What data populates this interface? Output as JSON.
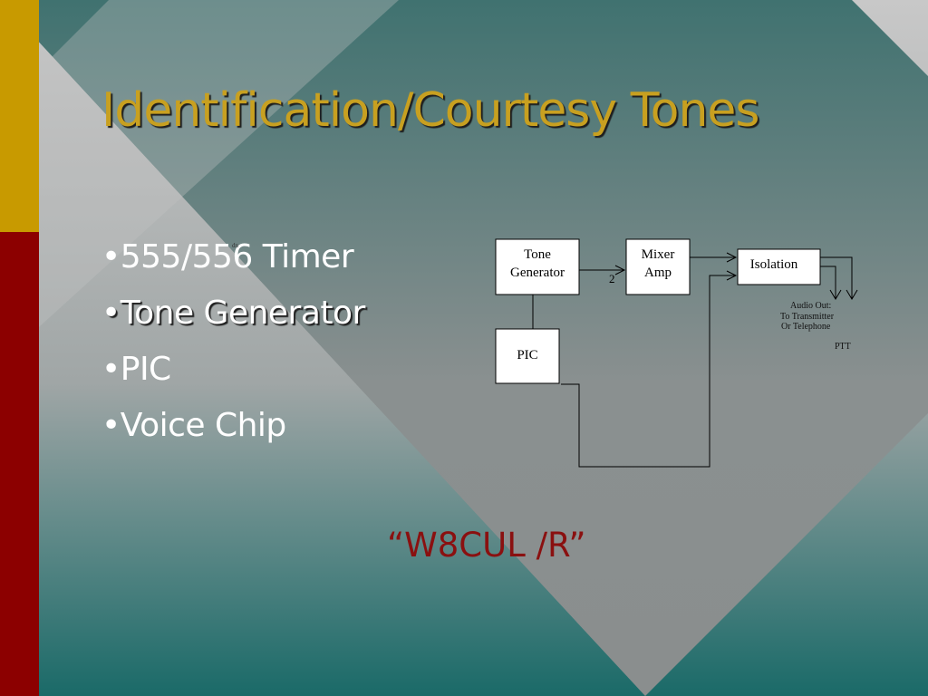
{
  "title": "Identification/Courtesy Tones",
  "bullets": [
    {
      "text": "•555/556 Timer"
    },
    {
      "text": "•Tone Generator"
    },
    {
      "text": "•PIC"
    },
    {
      "text": "•Voice Chip"
    }
  ],
  "footer_text": "“W8CUL /R”",
  "diagram": {
    "tone_generator": [
      "Tone",
      "Generator"
    ],
    "mixer_amp": [
      "Mixer",
      "Amp"
    ],
    "isolation": "Isolation",
    "pic": "PIC",
    "edge_label": "2",
    "audio_out": [
      "Audio Out:",
      "To Transmitter",
      "Or Telephone"
    ],
    "ptt": "PTT",
    "stray_mark": "dn"
  },
  "colors": {
    "title": "#c8a020",
    "footer_text": "#8a1010",
    "stripe_top": "#c89a00",
    "stripe_bottom": "#8c0000",
    "diamond": "#4a7472",
    "background_light": "#c4c4c4",
    "background_dark": "#1c6a68"
  }
}
